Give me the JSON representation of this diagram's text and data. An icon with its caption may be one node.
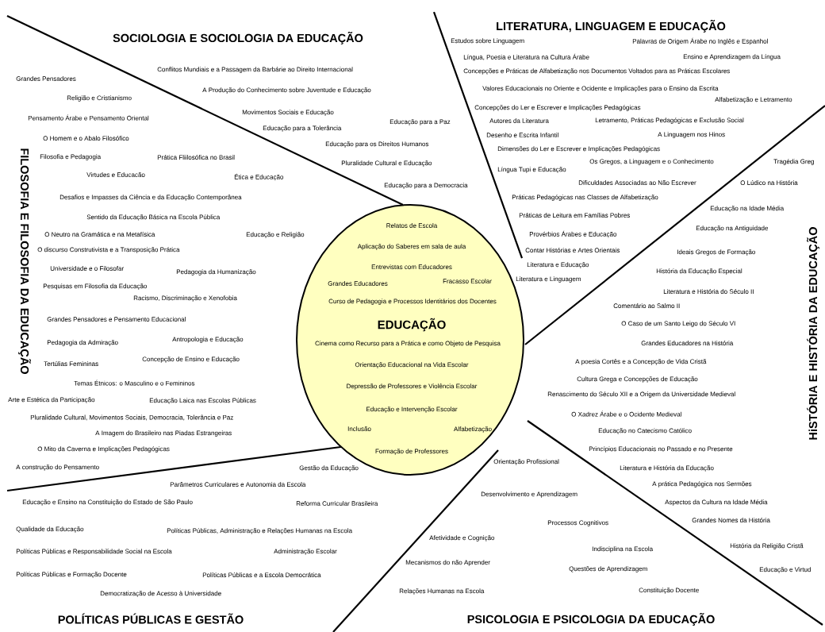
{
  "diagram": {
    "nodes": [
      {
        "text": [
          "Relatos de Escola",
          "Aplicação do Saberes em sala de aula",
          "Entrevistas com Educadores",
          "Grandes Educadores",
          "Fracasso Escolar",
          "Curso de Pedagogia e Processos Identitários dos Docentes",
          "EDUCAÇÃO",
          "Cinema como Recurso para a Prática  e como Objeto de Pesquisa",
          "Orientação Educacional na Vida Escolar",
          "Depressão de Professores e Violência Escolar",
          "Educação e Intervenção Escolar",
          "Inclusão",
          "Alfabetização",
          "Formação de Professores"
        ]
      }
    ],
    "labels": [
      "SOCIOLOGIA E SOCIOLOGIA  DA EDUCAÇÃO",
      "Conflitos Mundiais e a Passagem da Barbárie ao Direito Internacional",
      "A Produção do Conhecimento sobre Juventude e Educação",
      "Movimentos Sociais e Educação",
      "Educação para a Tolerância",
      "Educação para a Paz",
      "Educação para os Direitos Humanos",
      "Pluralidade Cultural e Educação",
      "Educação para a Democracia",
      "LITERATURA, LINGUAGEM E EDUCAÇÃO",
      "Estudos sobre Linguagem",
      "Palavras de Origem Árabe no Inglês e Espanhol",
      "Língua, Poesia e Literatura na Cultura Árabe",
      "Ensino e Aprendizagem da Língua",
      "Concepções e Práticas de  Alfabetização nos Documentos Voltados para as Práticas Escolares",
      "Valores Educacionais no Oriente e Ocidente e Implicações para o Ensino da Escrita",
      "Alfabetização e Letramento",
      "Concepções do Ler e Escrever e Implicações Pedagógicas",
      "Autores da Literatura",
      "Letramento, Práticas Pedagógicas e Exclusão Social",
      "Desenho e Escrita Infantil",
      "A Linguagem nos Hinos",
      "Dimensões do Ler e Escrever e Implicações Pedagógicas",
      "Os Gregos, a Linguagem e o Conhecimento",
      "Língua Tupi e Educação",
      "Dificuldades Associadas ao Não Escrever",
      "Práticas Pedagógicas nas Classes de Alfabetização",
      "Práticas de Leitura em Famílias Pobres",
      "Provérbios Árabes e Educação",
      "Contar Histórias e Artes Orientais",
      "Literatura e Educação",
      "Literatura e Linguagem",
      "FILOSOFIA E FILOSOFIA DA EDUCAÇÃO",
      "Grandes Pensadores",
      "Religião e Cristianismo",
      "Pensamento Árabe e Pensamento Oriental",
      "O Homem e o Abalo Filosófico",
      "Filosofia e Pedagogia",
      "Prática Fliilosófica no Brasil",
      "Virtudes e Educacão",
      "Ética e Educação",
      "Desafios e Impasses  da Ciência e da Educação Contemporânea",
      "Sentido da Educação Básica na Escola Pública",
      "O Neutro na Gramática e na Metafísica",
      "Educação e Religião",
      "O discurso Construtivista e a Transposição Prática",
      "Universidade e o Filosofar",
      "Pedagogia da Humanização",
      "Pesquisas em Filosofia da Educação",
      "Racismo, Discriminação e Xenofobia",
      "Grandes Pensadores e Pensamento Educacional",
      "Pedagogia da Admiração",
      "Antropologia e Educação",
      "Tertúlias Femininas",
      "Concepção de Ensino e Educação",
      "Temas Étnicos: o Masculino e o Femininos",
      "Arte e Estética da Participação",
      "Educação Laica nas Escolas Públicas",
      "Pluralidade Cultural, Movimentos Sociais,  Democracia, Tolerância e Paz",
      "A Imagem do Brasileiro nas Piadas Estrangeiras",
      "O Mito da Caverna e Implicações Pedagógicas",
      "A construção do Pensamento",
      "HiSTÓRIA E HISTÓRIA DA EDUCAÇÃO",
      "Tragédia Greg",
      "O Lúdico na História",
      "Educação na Idade Média",
      "Educação na Antiguidade",
      "Ideais Gregos de Formação",
      "História da Educação Especial",
      "Literatura e História do Século II",
      "Comentário ao Salmo II",
      "O Caso de um Santo Leigo do Século VI",
      "Grandes Educadores na História",
      "A poesia Cortês e a Concepção de Vida Cristã",
      "Cultura Grega e Concepções de Educação",
      "Renascimento do Século XII e a Origem da Universidade Medieval",
      "O Xadrez Árabe e o Ocidente Medieval",
      "Educação no Catecismo Católico",
      "Princípios Educacionais no Passado e no Presente",
      "Literatura e  História da Educação",
      "A prática Pedagógica nos Sermões",
      "Aspectos da Cultura na Idade Média",
      "Grandes Nomes da História",
      "História da Religião  Cristã",
      "Educação e Virtud",
      "Gestão da Educação",
      "Parâmetros Curriculares e Autonomia da Escola",
      "Educação e Ensino na Constituição do Estado de São Paulo",
      "Reforma Curricular Brasileira",
      "Qualidade da Educação",
      "Políticas Públicas, Administração e Relações Humanas na Escola",
      "Políticas Públicas e Responsabilidade Social na Escola",
      "Administração Escolar",
      "Políticas Públicas e Formação Docente",
      "Políticas Públicas e a Escola Democrática",
      "Democratização de Acesso à Universidade",
      "POLÍTICAS PÚBLICAS E GESTÃO",
      "Orientação Profissional",
      "Desenvolvimento e Aprendizagem",
      "Processos Cognitivos",
      "Afetividade e Cognição",
      "Indisciplina na Escola",
      "Mecanismos do não Aprender",
      "Questões de Aprendizagem",
      "Relações Humanas na Escola",
      "Constituição Docente",
      "PSICOLOGIA E PSICOLOGIA DA EDUCAÇÃO"
    ]
  }
}
